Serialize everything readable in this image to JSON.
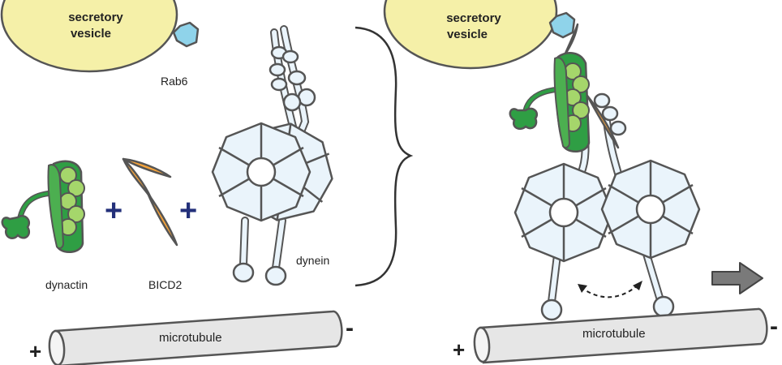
{
  "labels": {
    "vesicle_left_line1": "secretory",
    "vesicle_left_line2": "vesicle",
    "vesicle_right_line1": "secretory",
    "vesicle_right_line2": "vesicle",
    "rab6": "Rab6",
    "dynactin": "dynactin",
    "bicd2": "BICD2",
    "dynein": "dynein",
    "microtubule_left": "microtubule",
    "microtubule_right": "microtubule",
    "plus": "+",
    "minus": "-"
  },
  "colors": {
    "vesicle": "#f5f0a8",
    "rab6": "#8fd3ea",
    "dynactin_dark": "#2f9e44",
    "dynactin_mid": "#4caf50",
    "dynactin_light": "#a5d66b",
    "bicd2": "#f7a43a",
    "dynein": "#eaf4fb",
    "outline": "#555555",
    "operator": "#23307a",
    "arrow": "#777777",
    "microtubule": "#e6e6e6"
  }
}
